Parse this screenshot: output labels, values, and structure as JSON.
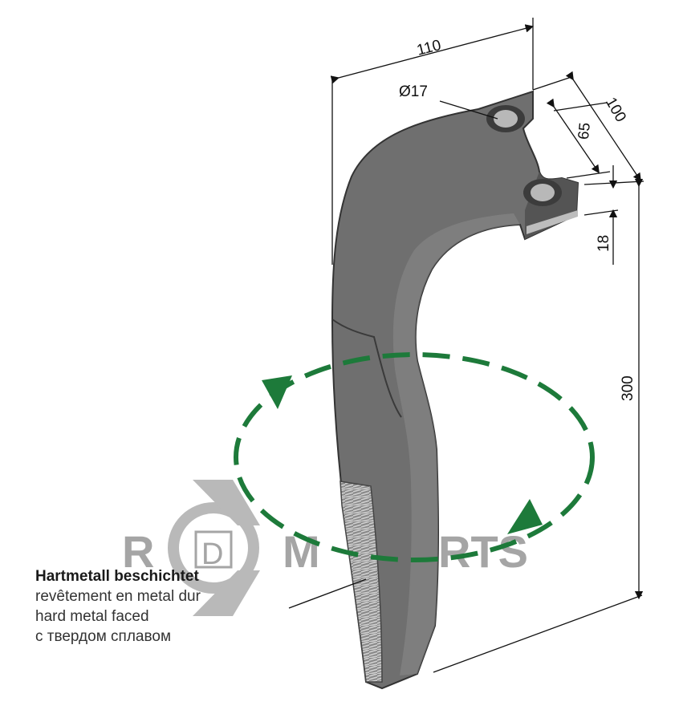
{
  "dimensions": {
    "width_total": "110",
    "hole_diameter": "Ø17",
    "hole_spacing": "65",
    "flange_length": "100",
    "thickness": "18",
    "total_height": "300"
  },
  "coating_labels": {
    "de": "Hartmetall beschichtet",
    "fr": "revêtement en metal dur",
    "en": "hard metal faced",
    "ru": "с твердом сплавом"
  },
  "watermark": {
    "letter_r": "R",
    "letter_d": "D",
    "letter_m": "M",
    "letters_end": "RTS"
  },
  "colors": {
    "blade": "#6e6e6e",
    "blade_dark": "#4a4a4a",
    "arrow": "#1d7a3a",
    "watermark": "#8f8f8f"
  },
  "icons": {
    "rotation_arrow": "dashed-circular-arrow",
    "logo": "rd-parts-logo"
  }
}
